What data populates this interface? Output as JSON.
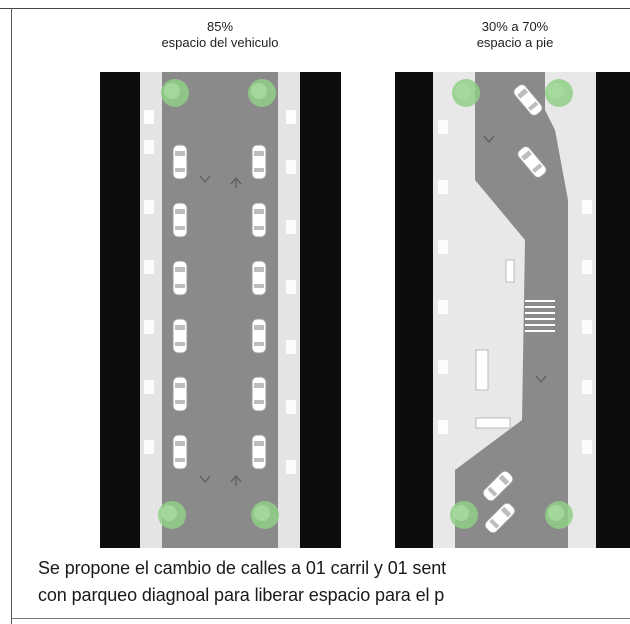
{
  "panels": [
    {
      "percent": "85%",
      "label": "espacio del vehiculo"
    },
    {
      "percent": "30% a 70%",
      "label": "espacio a pie"
    }
  ],
  "caption": {
    "line1": "Se propone el cambio de calles a 01 carril y 01 sent",
    "line2": "con parqueo diagnoal para liberar espacio para el p"
  },
  "colors": {
    "building": "#0d0d0d",
    "road": "#8a8a8a",
    "sidewalk": "#e6e6e6",
    "tree": "#7fc47a",
    "car": "#ffffff"
  }
}
